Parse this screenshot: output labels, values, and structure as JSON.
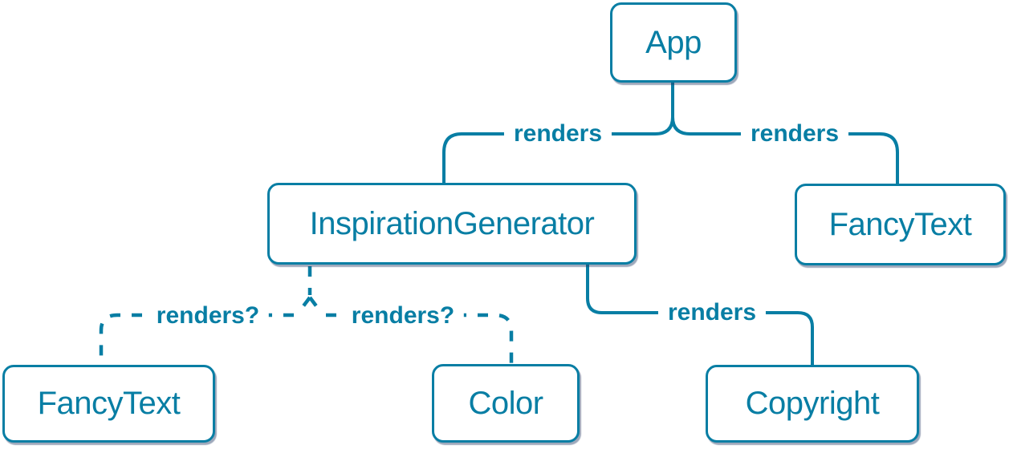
{
  "diagram": {
    "kind": "component-render-tree",
    "accent_color": "#087ea4",
    "node_background": "#ffffff",
    "nodes": {
      "app": "App",
      "inspiration_generator": "InspirationGenerator",
      "fancy_text_top": "FancyText",
      "fancy_text_bottom": "FancyText",
      "color": "Color",
      "copyright": "Copyright"
    },
    "edges": {
      "app_to_inspiration_generator": "renders",
      "app_to_fancy_text": "renders",
      "inspiration_generator_to_copyright": "renders",
      "inspiration_generator_to_fancy_text": "renders?",
      "inspiration_generator_to_color": "renders?"
    }
  }
}
